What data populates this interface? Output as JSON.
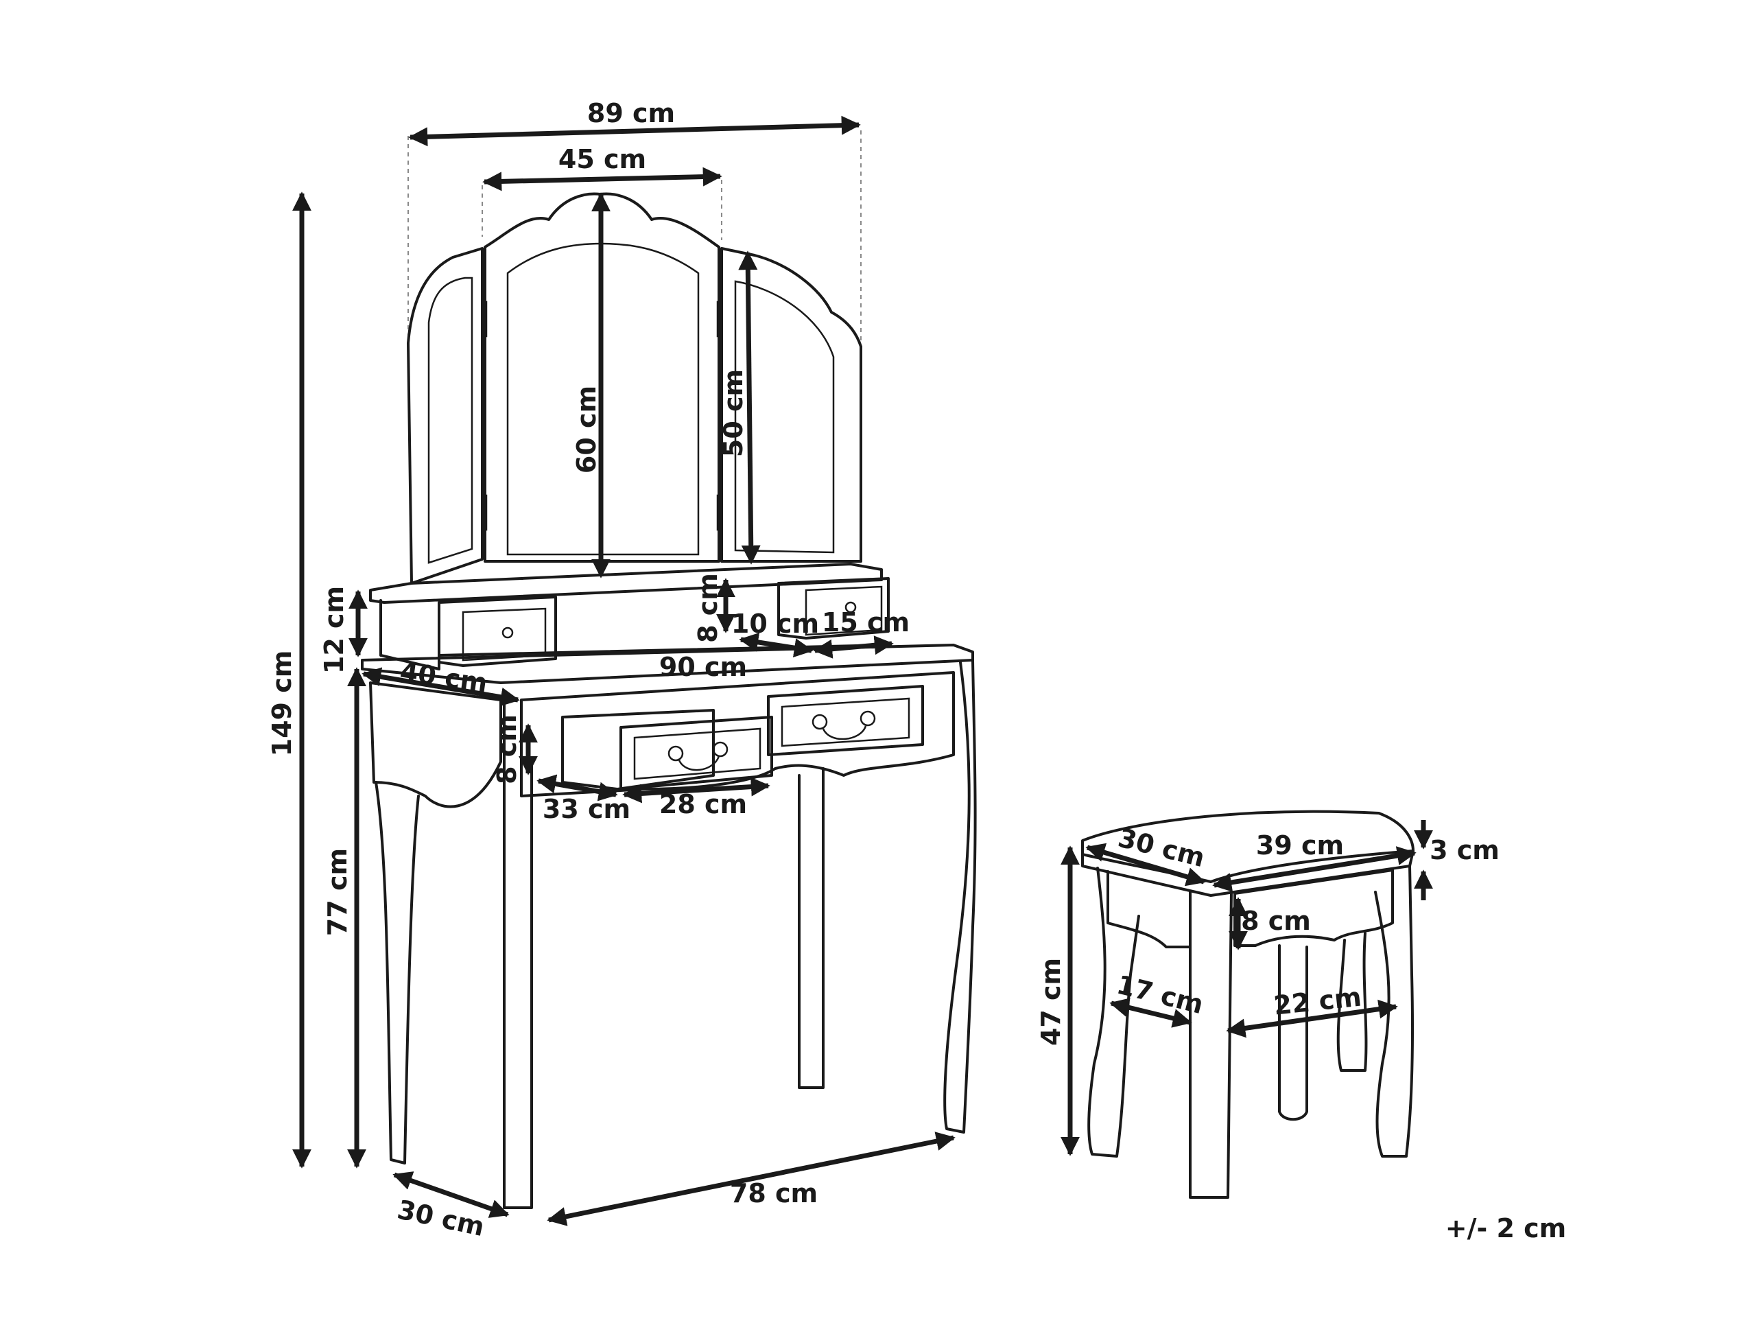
{
  "dimensions": {
    "mirror_total_width": "89 cm",
    "mirror_center_width": "45 cm",
    "mirror_center_height": "60 cm",
    "mirror_side_height": "50 cm",
    "total_height": "149 cm",
    "top_box_height": "12 cm",
    "small_drawer_height": "8 cm",
    "small_drawer_depth": "10 cm",
    "small_drawer_width": "15 cm",
    "table_depth": "40 cm",
    "table_width": "90 cm",
    "drawer_height": "8 cm",
    "drawer_depth": "33 cm",
    "drawer_width": "28 cm",
    "table_height": "77 cm",
    "leg_depth": "30 cm",
    "leg_width": "78 cm",
    "stool_depth": "30 cm",
    "stool_width": "39 cm",
    "stool_cushion": "3 cm",
    "stool_apron": "8 cm",
    "stool_height": "47 cm",
    "stool_leg_depth": "17 cm",
    "stool_leg_width": "22 cm"
  },
  "tolerance": "+/- 2 cm"
}
